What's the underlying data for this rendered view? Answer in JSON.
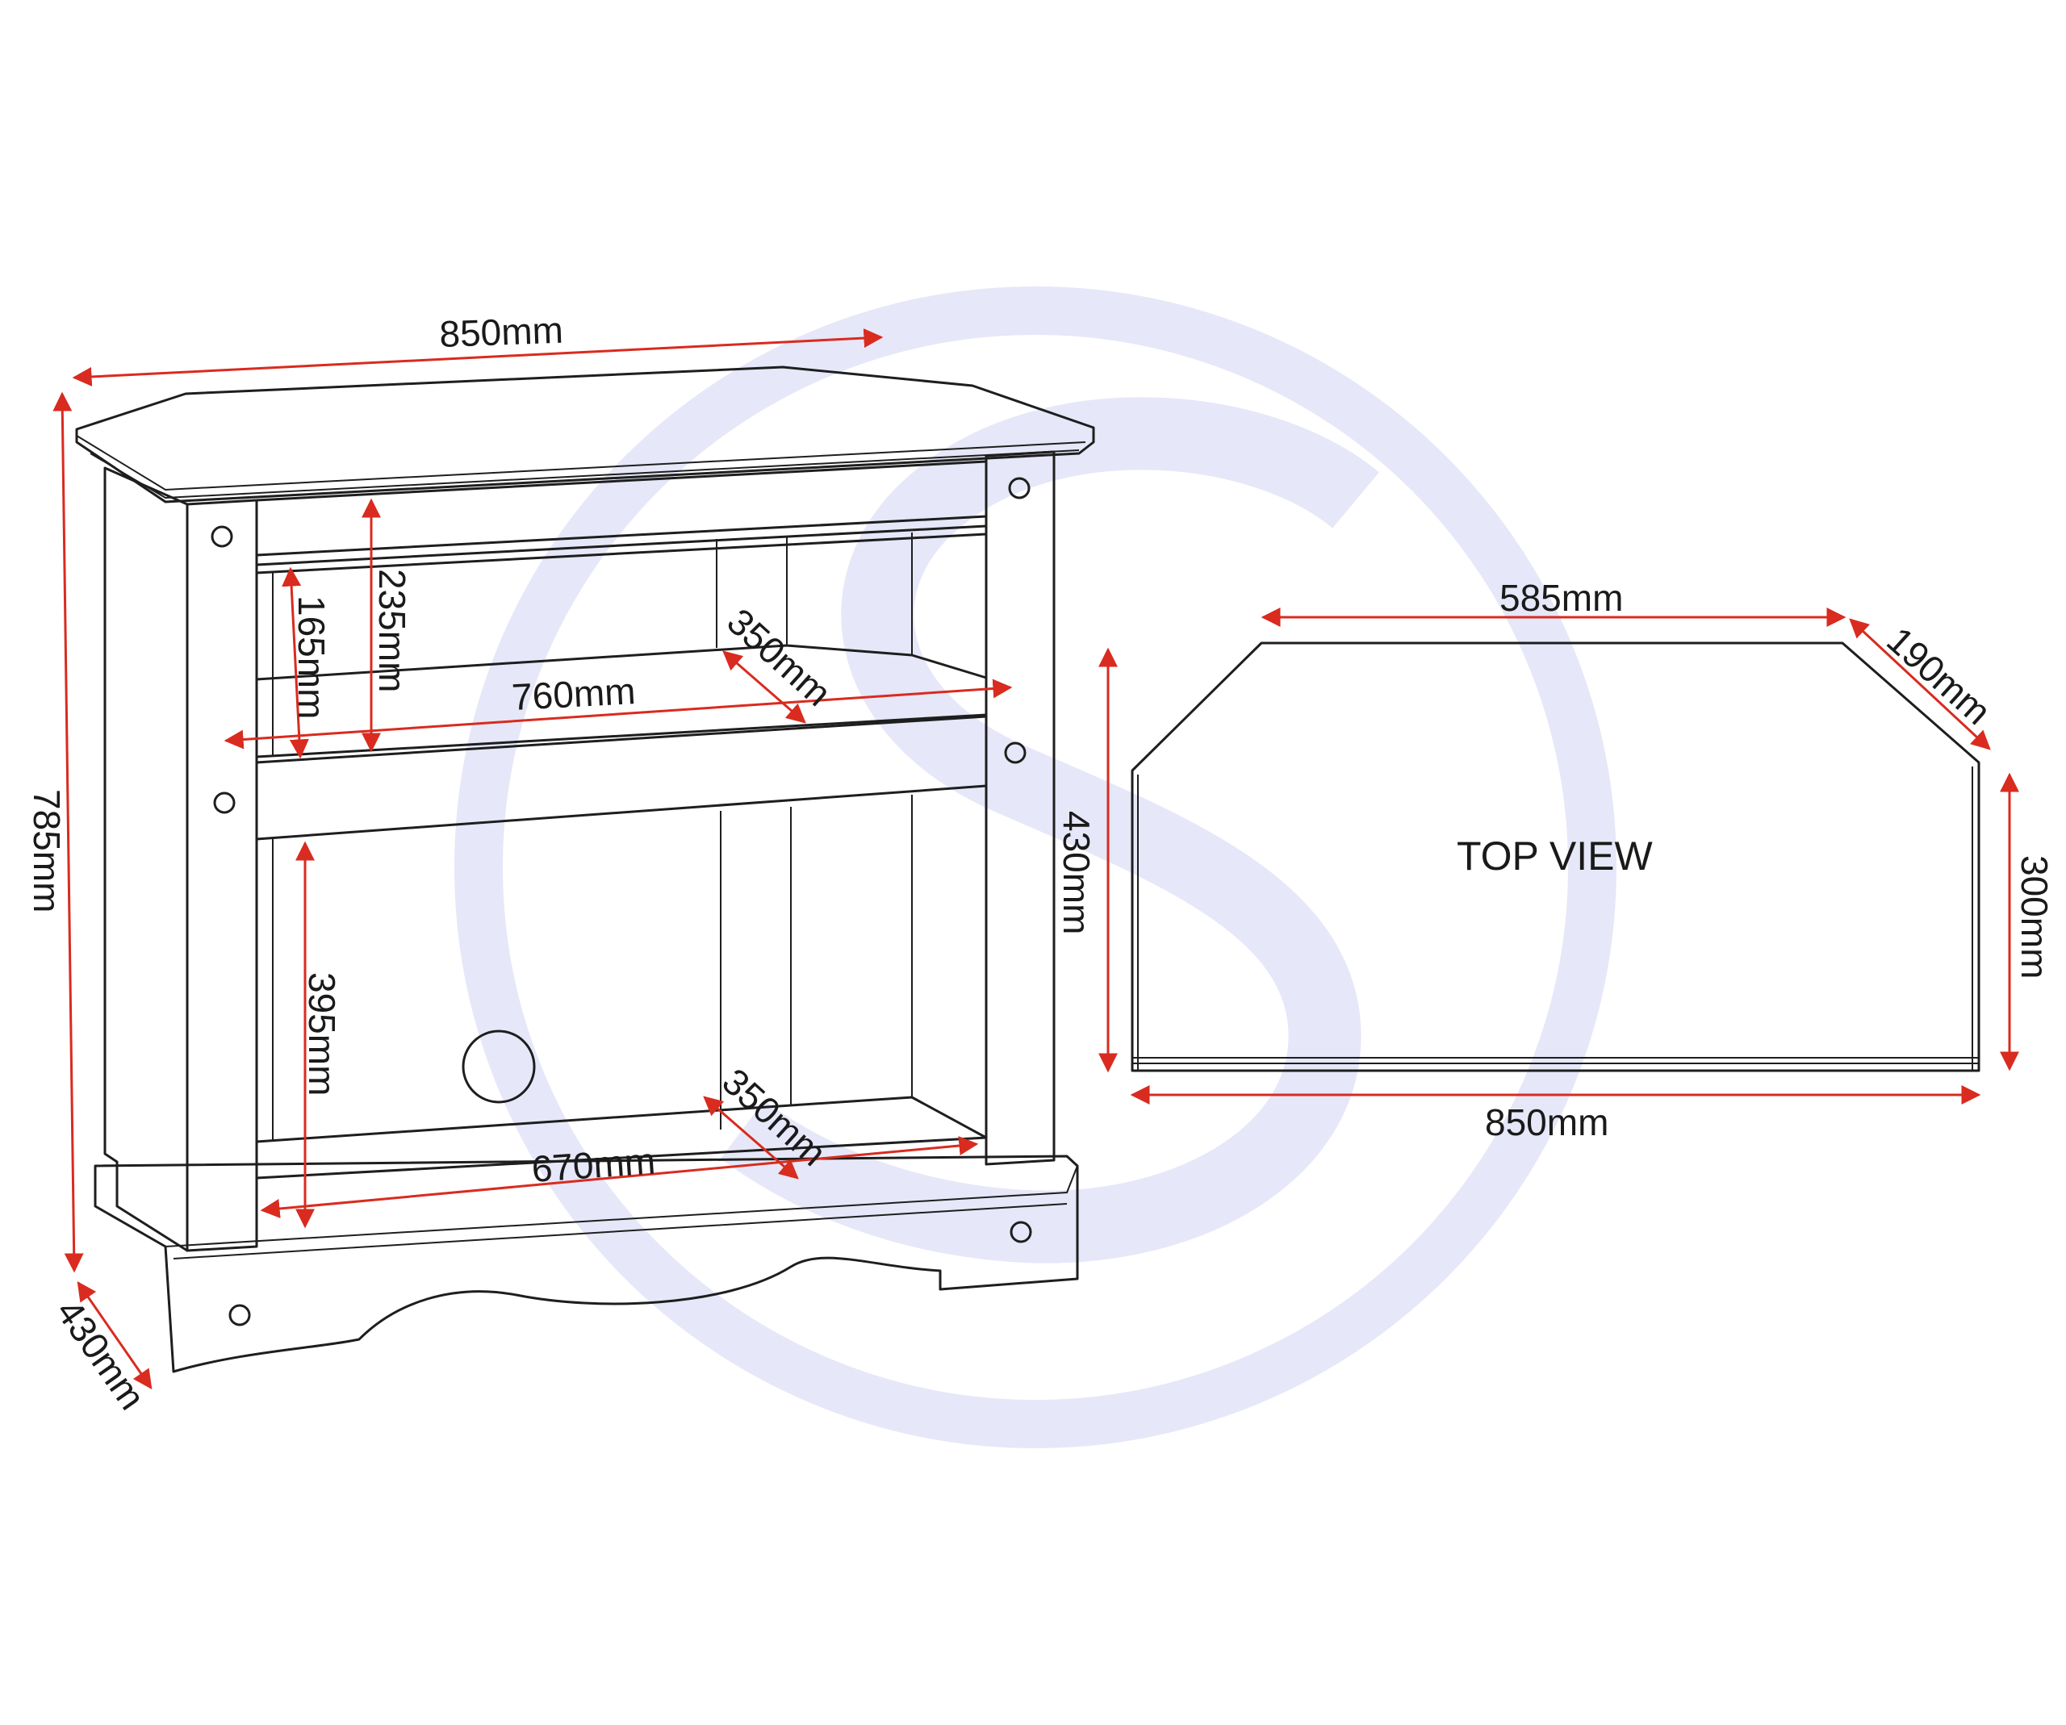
{
  "colors": {
    "dimension": "#d92b1f",
    "outline": "#1e1e1e",
    "watermark": "#e6e7f8"
  },
  "watermark": {
    "icon": "s-logo-watermark"
  },
  "front": {
    "width_top": "850mm",
    "height_total": "785mm",
    "depth_base": "430mm",
    "top_shelf_height": "235mm",
    "upper_opening_height": "165mm",
    "upper_width": "760mm",
    "upper_depth": "350mm",
    "lower_opening_height": "395mm",
    "lower_width": "670mm",
    "lower_depth": "350mm",
    "side_depth": "430mm"
  },
  "top_view": {
    "title": "TOP VIEW",
    "back_width": "585mm",
    "angled_side": "190mm",
    "side_depth": "300mm",
    "front_width": "850mm"
  }
}
